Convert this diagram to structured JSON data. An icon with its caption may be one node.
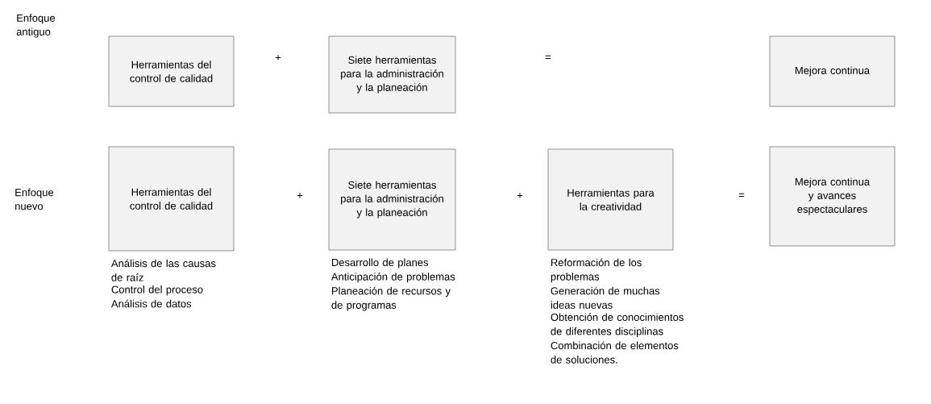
{
  "diagram": {
    "nodes": [
      {
        "text": [
          "Herramientas del control de calidad"
        ]
      },
      {
        "text": [
          "Siete herramientas para la administración y la planeación"
        ]
      },
      {
        "text": [
          "Mejora continua"
        ]
      },
      {
        "text": [
          "Herramientas del control de calidad"
        ],
        "beside": [
          "Análisis de las causas de raíz",
          "Control del proceso",
          "Análisis de datos"
        ]
      },
      {
        "text": [
          "Siete herramientas para la administración y la planeación"
        ],
        "beside": [
          "Desarrollo de planes",
          "Anticipación de problemas",
          "Planeación de recursos y de programas"
        ]
      },
      {
        "text": [
          "Herramientas para la creatividad"
        ],
        "beside": [
          "Reformación de los problemas",
          "Generación de muchas ideas nuevas",
          "Obtención de conocimientos de diferentes disciplinas",
          "Combinación de elementos de soluciones."
        ]
      },
      {
        "text": [
          "Mejora continua y avances espectaculares"
        ]
      }
    ],
    "edges": [],
    "labels": [
      "Enfoque antiguo",
      "+",
      "=",
      "Enfoque nuevo",
      "+",
      "+",
      "="
    ]
  }
}
